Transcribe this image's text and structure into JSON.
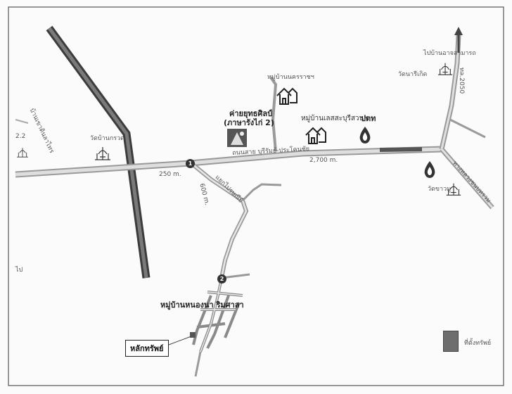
{
  "labels": {
    "top_right_dest": "ไปบ้านอาจสามารถ",
    "wat_right_top": "วัดนารีเกิด",
    "village_top": "หมู่บ้านนครราชฯ",
    "camp": "ค่ายยุทธศิลป์",
    "camp_sub": "(ภาษารังไก่ 2)",
    "village_mid": "หมู่บ้านเลสสะบุรีสวนฯ",
    "ptt": "ปตท",
    "wat_left": "วัดบ้านกรวด",
    "wat_right": "วัดขาวมู",
    "left_road": "บ้านเขาดินลาไทร",
    "left_road_num": "2.2",
    "dist_1": "250 m.",
    "dist_2": "2,700 m.",
    "dist_3": "600 m.",
    "road_right_vert": "ทล.2050",
    "road_right_diag": "ทางหลวงชนบทรวม",
    "road_main": "ถนนสาย บุรีรัมย์-ประโคนชัย",
    "road_branch": "แยกไปรษณีย์",
    "village_bottom": "หมู่บ้านหนองนา ริมศาลา",
    "left_edge": "ไป",
    "legend": "ที่ตั้งทรัพย์",
    "property": "หลักทรัพย์"
  },
  "markers": {
    "m1": "1",
    "m2": "2"
  },
  "icons": {
    "temple": "temple-icon",
    "house": "house-icon",
    "gas": "gas-station-icon",
    "camp": "camp-icon",
    "arrow": "north-arrow-icon"
  },
  "colors": {
    "road": "#c9c9c9",
    "road_edge": "#8a8a8a",
    "highway": "#5a5a5a",
    "legend": "#6e6e6e"
  }
}
